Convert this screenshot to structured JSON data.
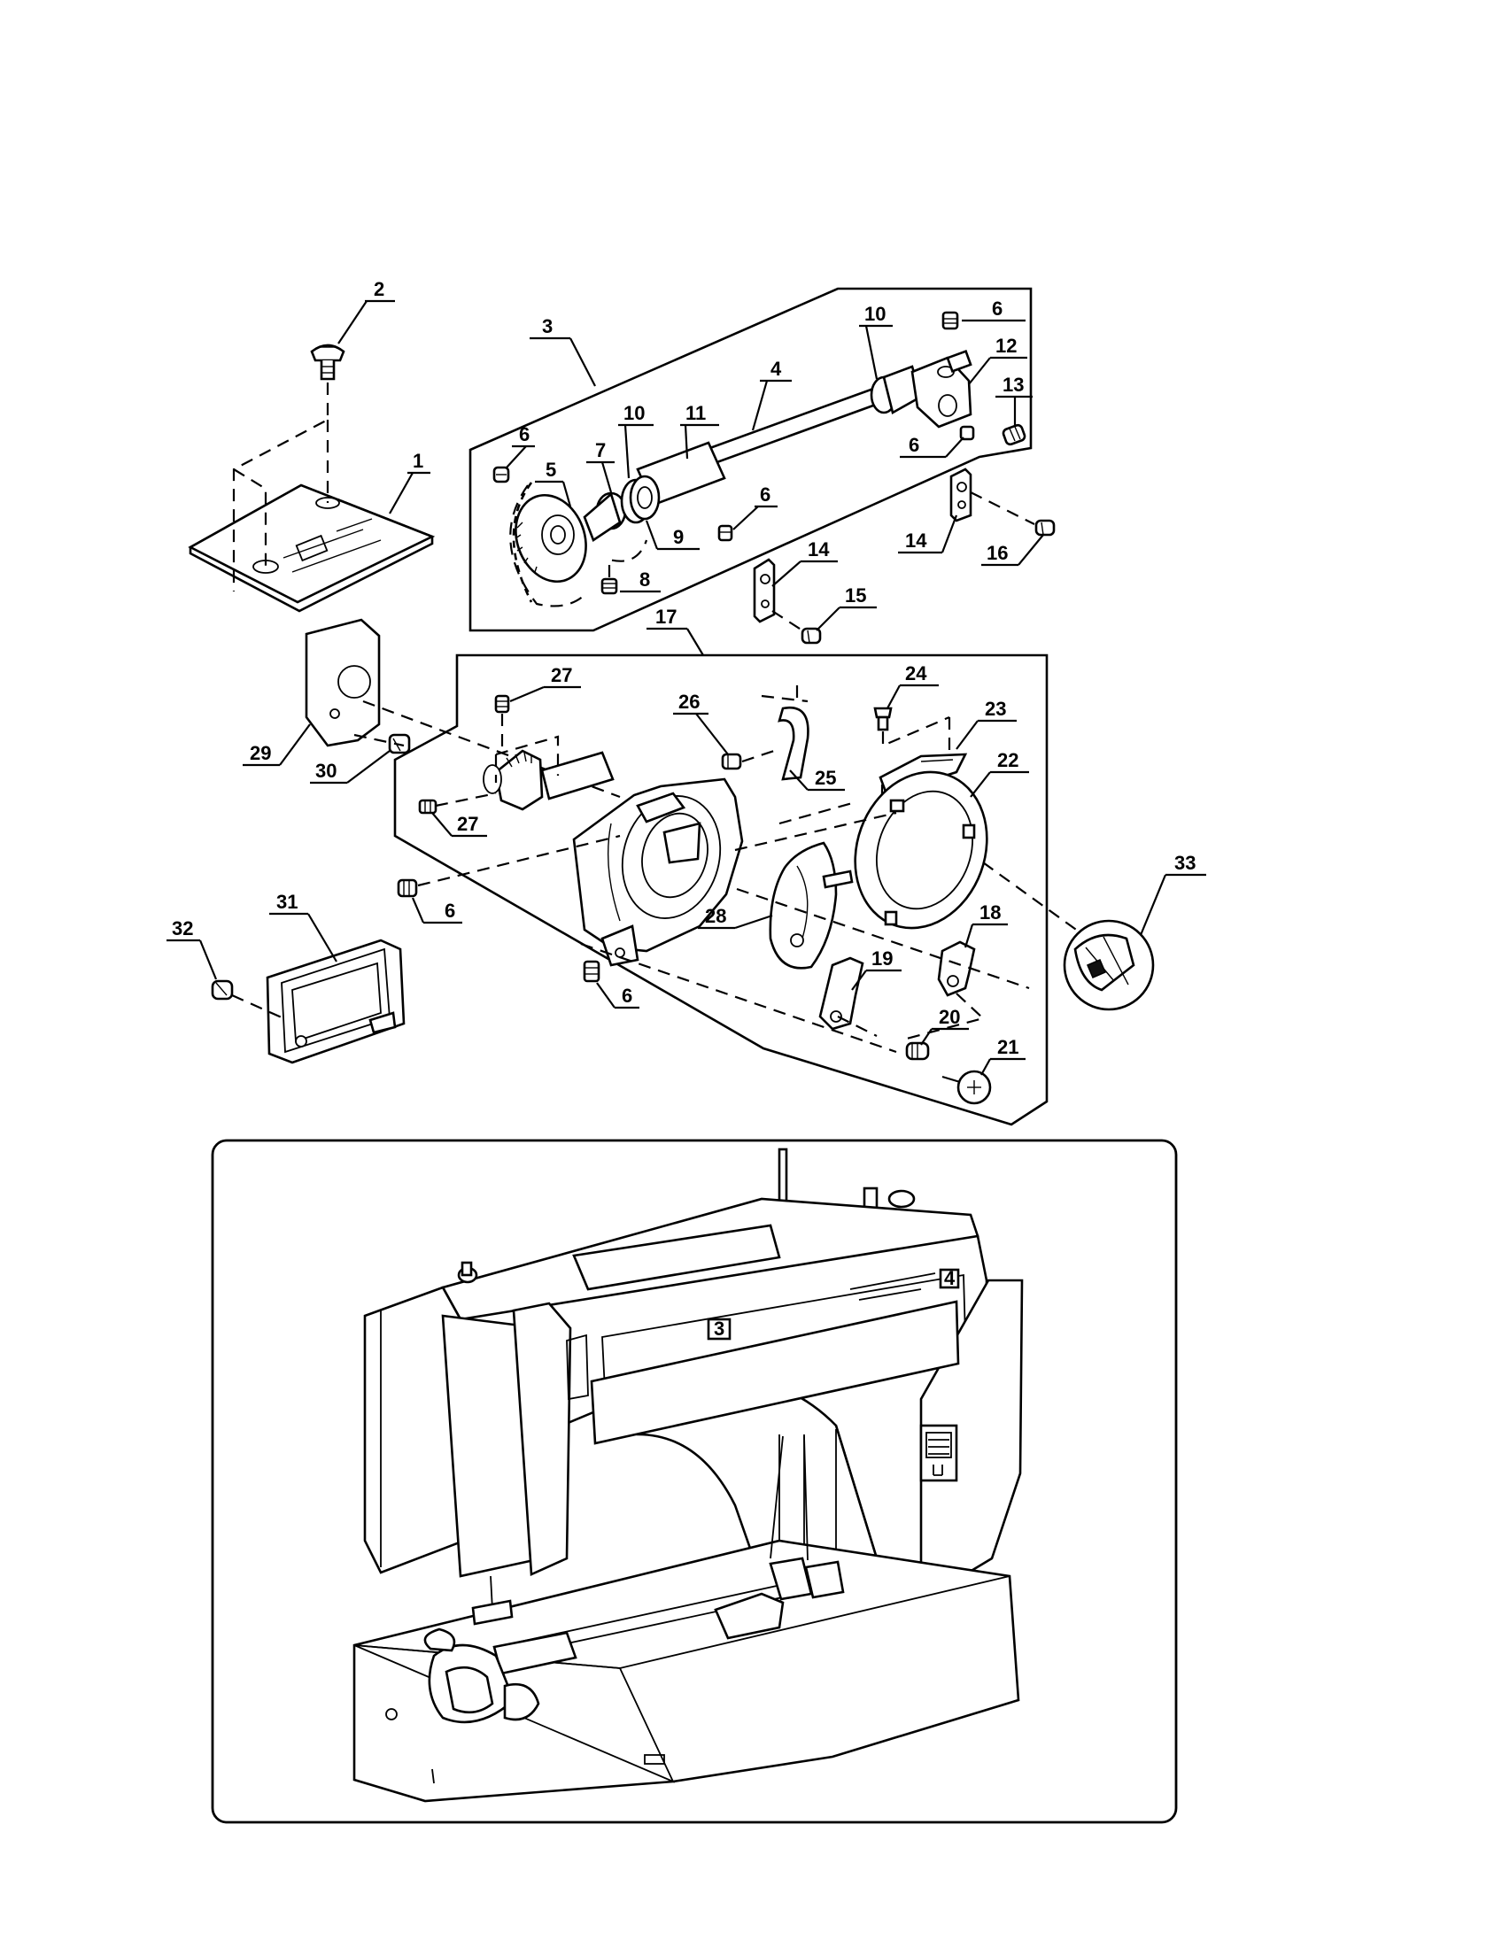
{
  "diagram": {
    "callouts": [
      {
        "id": "1",
        "label": "1"
      },
      {
        "id": "2",
        "label": "2"
      },
      {
        "id": "3",
        "label": "3"
      },
      {
        "id": "4",
        "label": "4"
      },
      {
        "id": "5",
        "label": "5"
      },
      {
        "id": "6a",
        "label": "6"
      },
      {
        "id": "6b",
        "label": "6"
      },
      {
        "id": "6c",
        "label": "6"
      },
      {
        "id": "6d",
        "label": "6"
      },
      {
        "id": "6e",
        "label": "6"
      },
      {
        "id": "6f",
        "label": "6"
      },
      {
        "id": "7",
        "label": "7"
      },
      {
        "id": "8",
        "label": "8"
      },
      {
        "id": "9",
        "label": "9"
      },
      {
        "id": "10a",
        "label": "10"
      },
      {
        "id": "10b",
        "label": "10"
      },
      {
        "id": "11",
        "label": "11"
      },
      {
        "id": "12",
        "label": "12"
      },
      {
        "id": "13",
        "label": "13"
      },
      {
        "id": "14a",
        "label": "14"
      },
      {
        "id": "14b",
        "label": "14"
      },
      {
        "id": "15",
        "label": "15"
      },
      {
        "id": "16",
        "label": "16"
      },
      {
        "id": "17",
        "label": "17"
      },
      {
        "id": "18",
        "label": "18"
      },
      {
        "id": "19",
        "label": "19"
      },
      {
        "id": "20",
        "label": "20"
      },
      {
        "id": "21",
        "label": "21"
      },
      {
        "id": "22",
        "label": "22"
      },
      {
        "id": "23",
        "label": "23"
      },
      {
        "id": "24",
        "label": "24"
      },
      {
        "id": "25",
        "label": "25"
      },
      {
        "id": "26",
        "label": "26"
      },
      {
        "id": "27a",
        "label": "27"
      },
      {
        "id": "27b",
        "label": "27"
      },
      {
        "id": "28",
        "label": "28"
      },
      {
        "id": "29",
        "label": "29"
      },
      {
        "id": "30",
        "label": "30"
      },
      {
        "id": "31",
        "label": "31"
      },
      {
        "id": "32",
        "label": "32"
      },
      {
        "id": "33",
        "label": "33"
      }
    ],
    "machine_panel": {
      "label_a": "3",
      "label_b": "4"
    }
  }
}
